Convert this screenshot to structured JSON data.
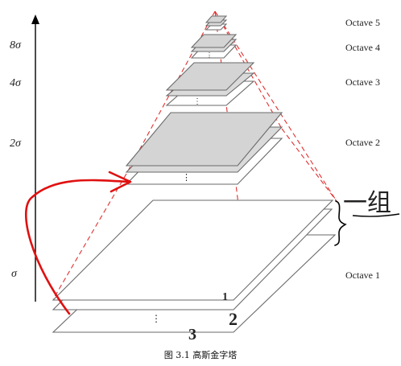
{
  "axis": {
    "ticks": [
      {
        "label": "8σ"
      },
      {
        "label": "4σ"
      },
      {
        "label": "2σ"
      },
      {
        "label": "σ"
      }
    ]
  },
  "octaves": [
    {
      "label": "Octave 5"
    },
    {
      "label": "Octave 4"
    },
    {
      "label": "Octave 3"
    },
    {
      "label": "Octave 2"
    },
    {
      "label": "Octave 1"
    }
  ],
  "annotations": {
    "group_label": "一组",
    "layer_numbers": [
      "1",
      "2",
      "3"
    ],
    "ellipsis": "⋮"
  },
  "caption": "图 3.1  高斯金字塔",
  "colors": {
    "arrow_red": "#e01010",
    "dashed_red": "#e03030",
    "layer_fill": "#d4d4d4",
    "layer_stroke": "#6a6a6a"
  }
}
